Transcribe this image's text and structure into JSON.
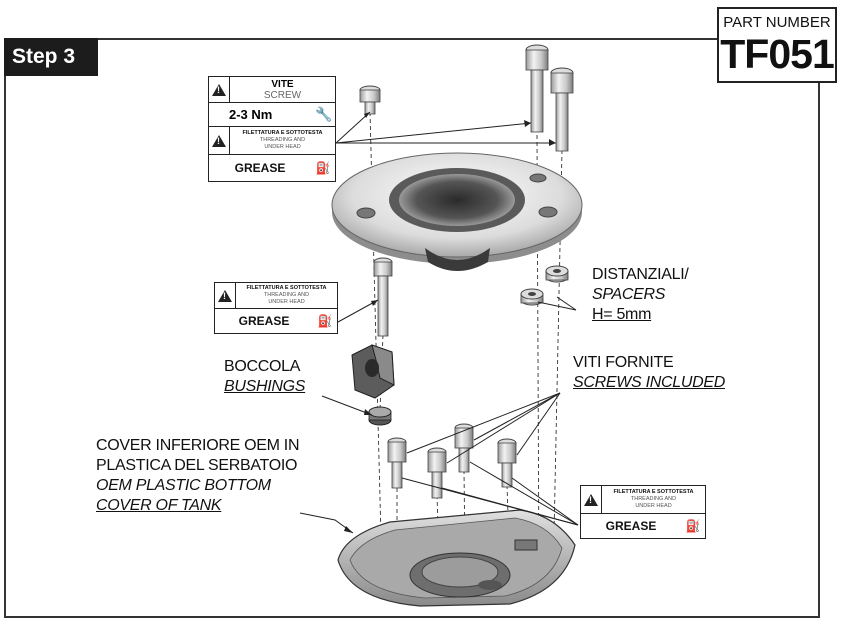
{
  "header": {
    "step_label": "Step 3",
    "part_number_label": "PART NUMBER",
    "part_number_value": "TF051"
  },
  "screw_box": {
    "title_it": "VITE",
    "title_en": "SCREW",
    "torque": "2-3 Nm",
    "thread_it": "FILETTATURA E SOTTOTESTA",
    "thread_en_1": "THREADING AND",
    "thread_en_2": "UNDER HEAD",
    "grease": "GREASE"
  },
  "grease_box_mid": {
    "thread_it": "FILETTATURA E SOTTOTESTA",
    "thread_en_1": "THREADING AND",
    "thread_en_2": "UNDER HEAD",
    "grease": "GREASE"
  },
  "grease_box_right": {
    "thread_it": "FILETTATURA E SOTTOTESTA",
    "thread_en_1": "THREADING AND",
    "thread_en_2": "UNDER HEAD",
    "grease": "GREASE"
  },
  "labels": {
    "spacers_it": "DISTANZIALI/",
    "spacers_en": "SPACERS",
    "spacers_h": "H= 5mm",
    "bushing_it": "BOCCOLA",
    "bushing_en": "BUSHINGS",
    "screws_it": "VITI FORNITE",
    "screws_en": "SCREWS INCLUDED",
    "cover_it_1": "COVER INFERIORE OEM IN",
    "cover_it_2": "PLASTICA DEL SERBATOIO",
    "cover_en_1": "OEM PLASTIC BOTTOM",
    "cover_en_2": "COVER OF TANK"
  }
}
